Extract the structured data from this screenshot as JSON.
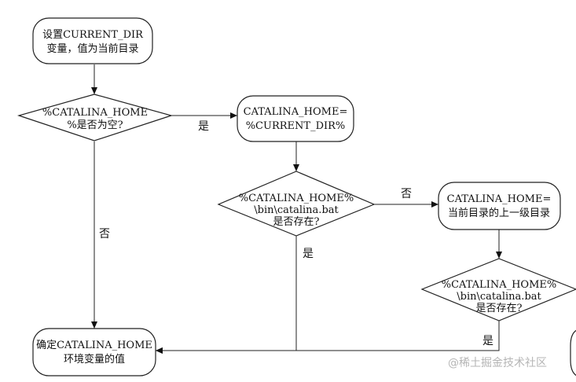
{
  "nodes": {
    "set_current_dir": {
      "lines": [
        "设置CURRENT_DIR",
        "变量，值为当前目录"
      ]
    },
    "home_empty_check": {
      "lines": [
        "%CATALINA_HOME",
        "%是否为空?"
      ]
    },
    "assign_current_dir": {
      "lines": [
        "CATALINA_HOME=",
        "%CURRENT_DIR%"
      ]
    },
    "bat_exists_check_1": {
      "lines": [
        "%CATALINA_HOME%",
        "\\bin\\catalina.bat",
        "是否存在?"
      ]
    },
    "assign_parent_dir": {
      "lines": [
        "CATALINA_HOME=",
        "当前目录的上一级目录"
      ]
    },
    "bat_exists_check_2": {
      "lines": [
        "%CATALINA_HOME%",
        "\\bin\\catalina.bat",
        "是否存在?"
      ]
    },
    "confirm_home": {
      "lines": [
        "确定CATALINA_HOME",
        "环境变量的值"
      ]
    }
  },
  "edge_labels": {
    "empty_yes": "是",
    "empty_no": "否",
    "check1_no": "否",
    "check1_yes": "是",
    "check2_yes": "是"
  },
  "watermark": "@稀土掘金技术社区"
}
